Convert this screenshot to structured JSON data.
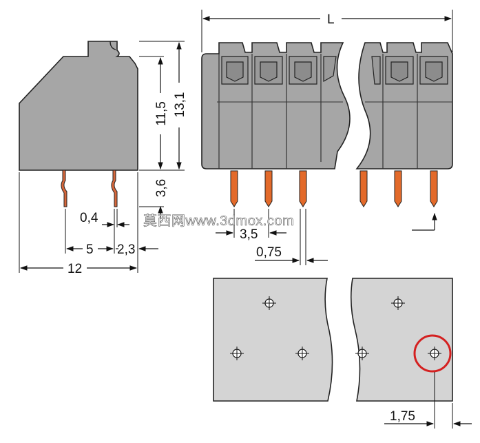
{
  "drawing": {
    "side_view": {
      "dimensions": {
        "height_total": "13,1",
        "height_body": "11,5",
        "pin_length": "3,6",
        "pin_width": "0,4",
        "pitch_rows": "5",
        "pin_offset": "2,3",
        "depth": "12"
      }
    },
    "front_view": {
      "dimensions": {
        "length": "L",
        "pitch": "3,5",
        "pin_thickness": "0,75"
      }
    },
    "footprint": {
      "dimensions": {
        "edge_offset": "1,75"
      }
    },
    "watermark": "莫西网www.3dmox.com"
  },
  "colors": {
    "housing": "#a6a6a6",
    "outline": "#222222",
    "pins": "#e36a2a",
    "highlight": "#d42020",
    "line": "#111111"
  }
}
